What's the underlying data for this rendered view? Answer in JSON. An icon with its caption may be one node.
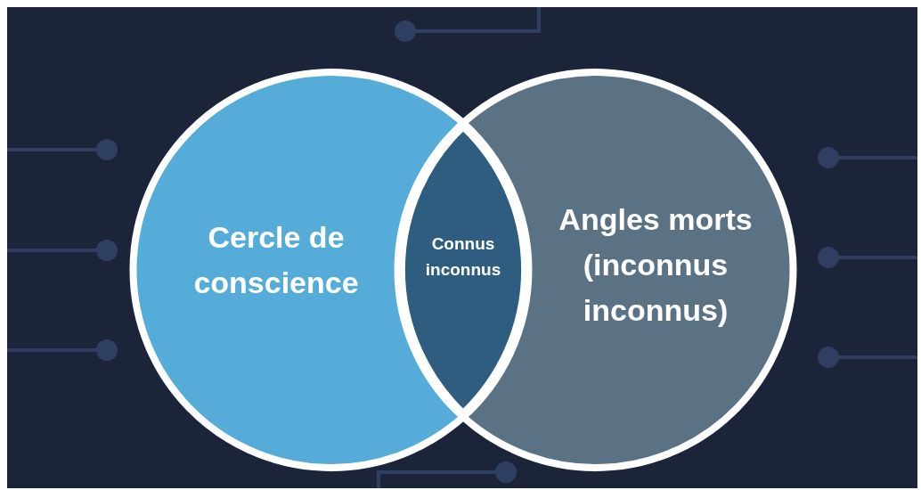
{
  "diagram": {
    "nodes": [
      {
        "text": [
          "Cercle de conscience"
        ]
      },
      {
        "text": [
          "Angles morts (inconnus inconnus)"
        ]
      },
      {
        "text": [
          "Connus inconnus"
        ]
      }
    ]
  }
}
